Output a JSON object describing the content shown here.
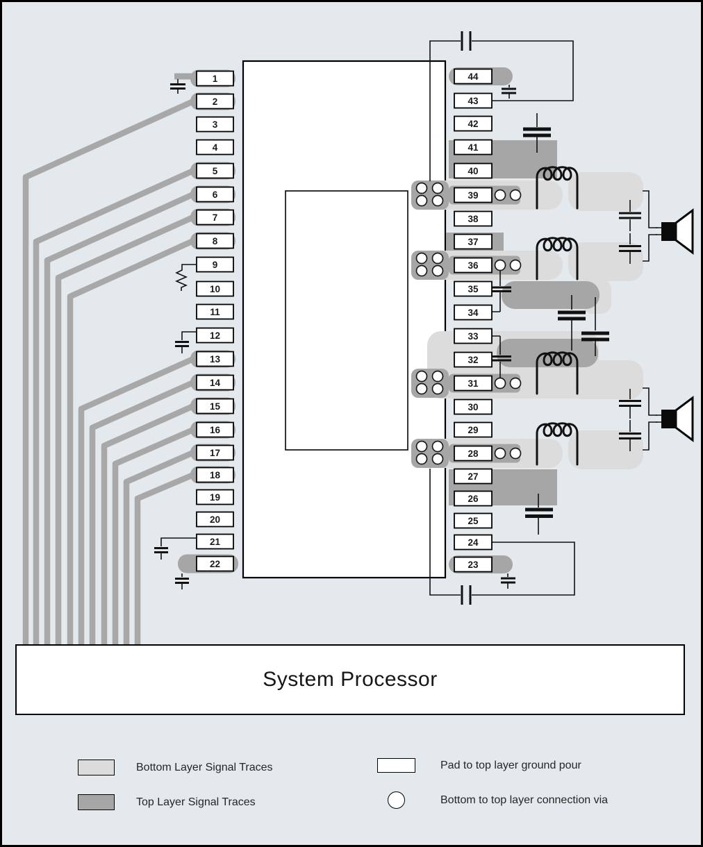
{
  "title": {
    "processor": "System Processor"
  },
  "pins": {
    "left": [
      "1",
      "2",
      "3",
      "4",
      "5",
      "6",
      "7",
      "8",
      "9",
      "10",
      "11",
      "12",
      "13",
      "14",
      "15",
      "16",
      "17",
      "18",
      "19",
      "20",
      "21",
      "22"
    ],
    "right_top_to_bottom": [
      "44",
      "43",
      "42",
      "41",
      "40",
      "39",
      "38",
      "37",
      "36",
      "35",
      "34",
      "33",
      "32",
      "31",
      "30",
      "29",
      "28",
      "27",
      "26",
      "25",
      "24",
      "23"
    ]
  },
  "legend": {
    "items": [
      {
        "swatch": "bottom-layer-swatch",
        "label": "Bottom Layer Signal Traces"
      },
      {
        "swatch": "top-layer-swatch",
        "label": "Top Layer Signal Traces"
      },
      {
        "swatch": "pad-swatch",
        "label": "Pad to top layer ground pour"
      },
      {
        "swatch": "via-swatch",
        "label": "Bottom to top layer connection via"
      }
    ]
  },
  "colors": {
    "background": "#e3e9ec",
    "bottom_layer_trace": "#dcdcdc",
    "top_layer_trace": "#a6a6a6",
    "signal_trace": "#a8a8a8",
    "outline": "#111111"
  },
  "icons": [
    "capacitor-icon",
    "inductor-icon",
    "resistor-icon",
    "speaker-icon",
    "via-icon",
    "ground-pad-icon"
  ]
}
